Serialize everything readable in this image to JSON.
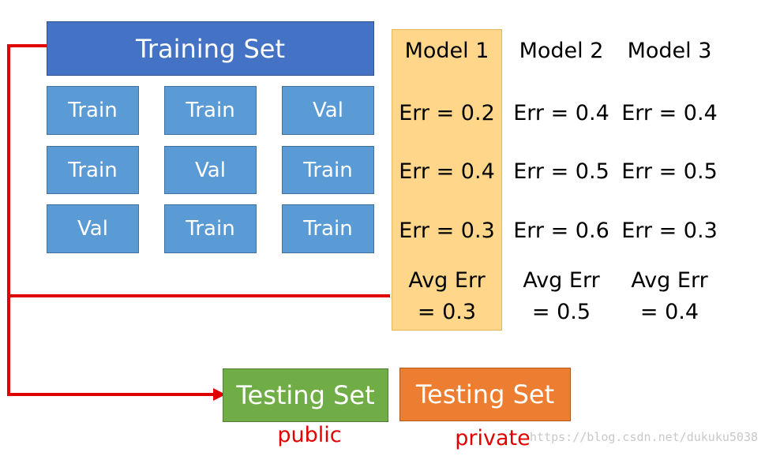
{
  "training": {
    "title": "Training Set"
  },
  "folds": [
    [
      "Train",
      "Train",
      "Val"
    ],
    [
      "Train",
      "Val",
      "Train"
    ],
    [
      "Val",
      "Train",
      "Train"
    ]
  ],
  "models": [
    {
      "name": "Model 1",
      "errors": [
        "Err = 0.2",
        "Err = 0.4",
        "Err = 0.3"
      ],
      "avg_line1": "Avg Err",
      "avg_line2": "= 0.3"
    },
    {
      "name": "Model 2",
      "errors": [
        "Err = 0.4",
        "Err = 0.5",
        "Err = 0.6"
      ],
      "avg_line1": "Avg Err",
      "avg_line2": "= 0.5"
    },
    {
      "name": "Model 3",
      "errors": [
        "Err = 0.4",
        "Err = 0.5",
        "Err = 0.3"
      ],
      "avg_line1": "Avg Err",
      "avg_line2": "= 0.4"
    }
  ],
  "testing": {
    "public": {
      "title": "Testing Set",
      "caption": "public"
    },
    "private": {
      "title": "Testing Set",
      "caption": "private"
    }
  },
  "watermark": "https://blog.csdn.net/dukuku5038",
  "colors": {
    "training_title": "#4472c4",
    "fold": "#5b9bd5",
    "highlight": "#ffd68a",
    "public_test": "#70ad47",
    "private_test": "#ed7d31",
    "connector": "#e00000"
  }
}
